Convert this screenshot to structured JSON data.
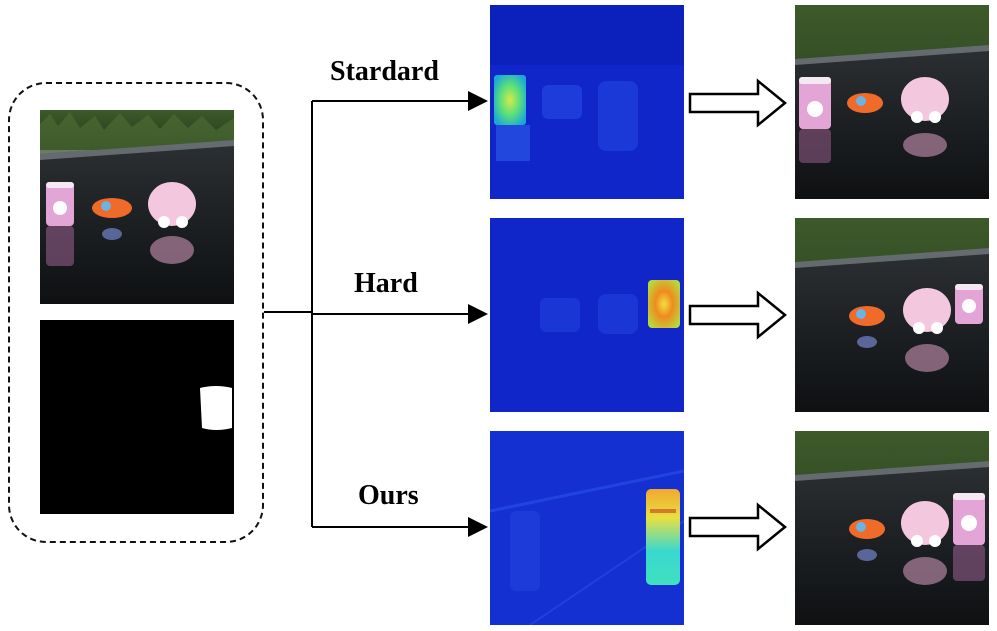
{
  "branches": [
    {
      "label": "Stardard"
    },
    {
      "label": "Hard"
    },
    {
      "label": "Ours"
    }
  ]
}
